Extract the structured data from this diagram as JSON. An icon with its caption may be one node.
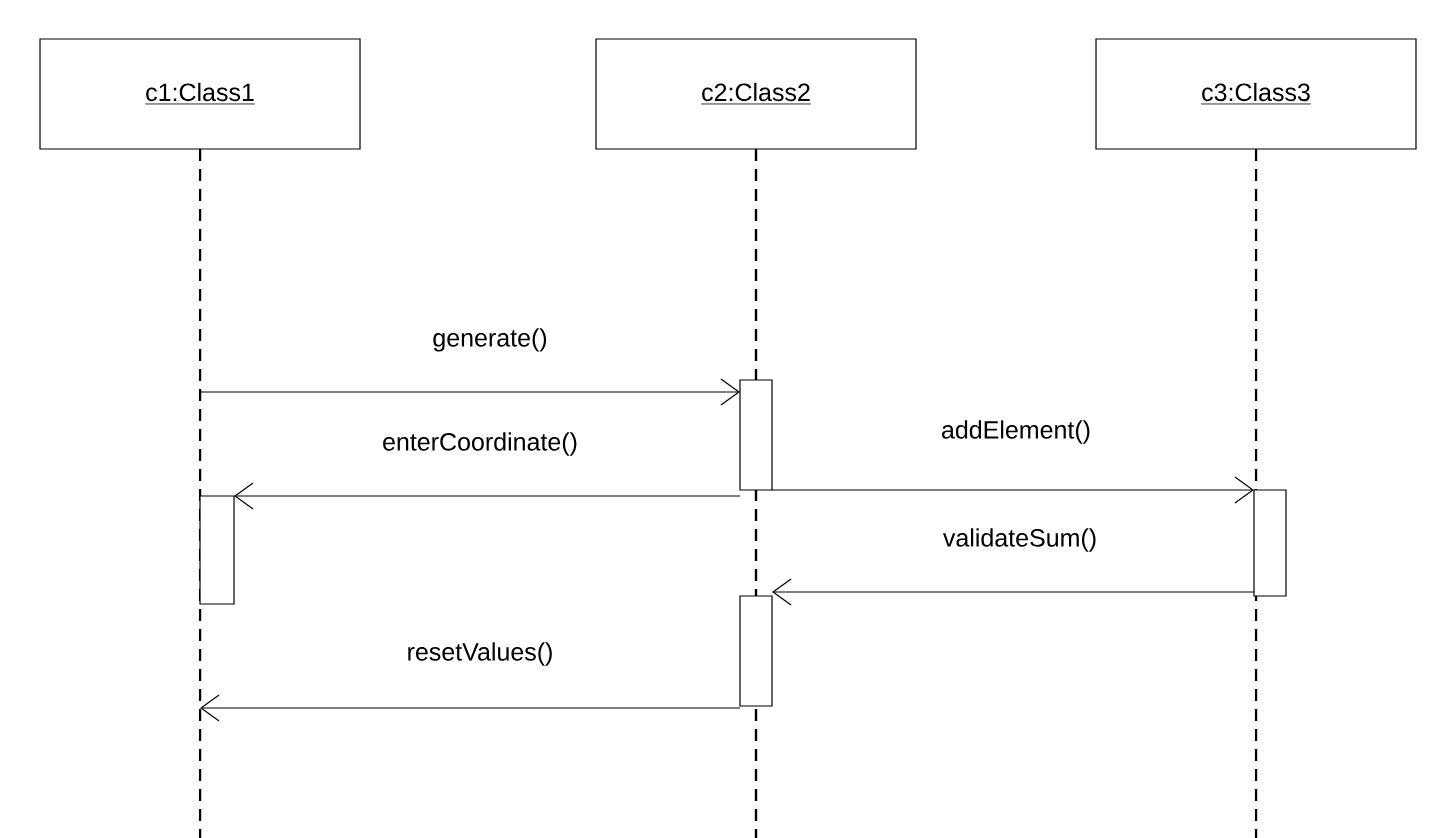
{
  "diagram": {
    "nodes": [
      {
        "text": [
          "c1:Class1"
        ]
      },
      {
        "text": [
          "c2:Class2"
        ]
      },
      {
        "text": [
          "c3:Class3"
        ]
      },
      {
        "text": [],
        "shape": "bar"
      },
      {
        "text": [],
        "shape": "bar"
      },
      {
        "text": [],
        "shape": "bar"
      },
      {
        "text": [],
        "shape": "bar"
      }
    ],
    "edges": [
      {
        "from": null,
        "to": 3,
        "arrow": "to",
        "label": "generate()"
      },
      {
        "from": 3,
        "to": 4,
        "arrow": "to",
        "label": "enterCoordinate()"
      },
      {
        "from": 3,
        "to": 5,
        "arrow": "to",
        "label": "addElement()"
      },
      {
        "from": 5,
        "to": 6,
        "arrow": "to",
        "label": "validateSum()"
      },
      {
        "from": 6,
        "to": null,
        "arrow": "to",
        "label": "resetValues()"
      }
    ]
  }
}
